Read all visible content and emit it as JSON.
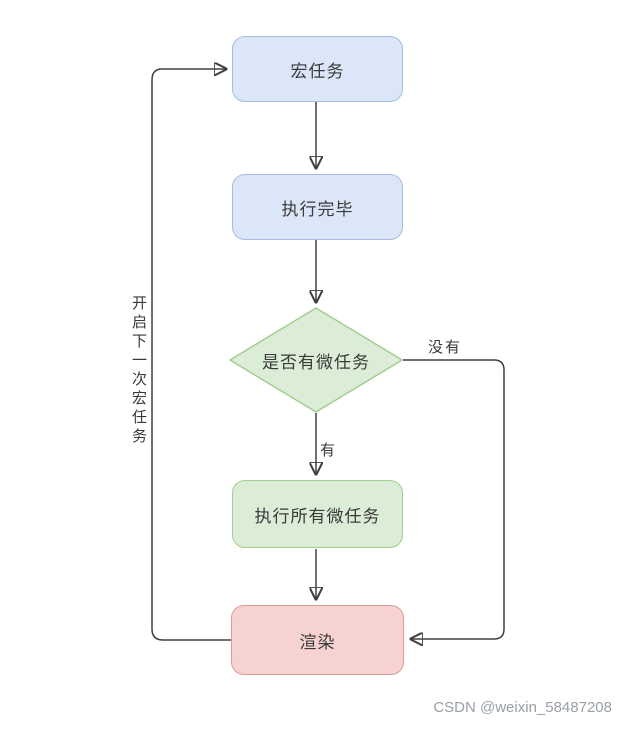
{
  "diagram": {
    "title_hint": "event-loop-flowchart",
    "nodes": {
      "macro_task": {
        "label": "宏任务",
        "shape": "rounded-rect",
        "color": "blue"
      },
      "execution_done": {
        "label": "执行完毕",
        "shape": "rounded-rect",
        "color": "blue"
      },
      "has_micro_task": {
        "label": "是否有微任务",
        "shape": "diamond",
        "color": "green"
      },
      "run_micro_tasks": {
        "label": "执行所有微任务",
        "shape": "rounded-rect",
        "color": "green"
      },
      "render": {
        "label": "渲染",
        "shape": "rounded-rect",
        "color": "pink"
      }
    },
    "edge_labels": {
      "yes": "有",
      "no": "没有",
      "loop": "开启下一次宏任务"
    },
    "colors": {
      "blue_fill": "#dbe7f8",
      "blue_border": "#a6bbdd",
      "green_fill": "#dcedd7",
      "green_border": "#a3cf8e",
      "pink_fill": "#f6d3d1",
      "pink_border": "#db9c98",
      "line": "#404040",
      "text": "#3a3a3a"
    }
  },
  "watermark": {
    "text": "CSDN @weixin_58487208"
  }
}
